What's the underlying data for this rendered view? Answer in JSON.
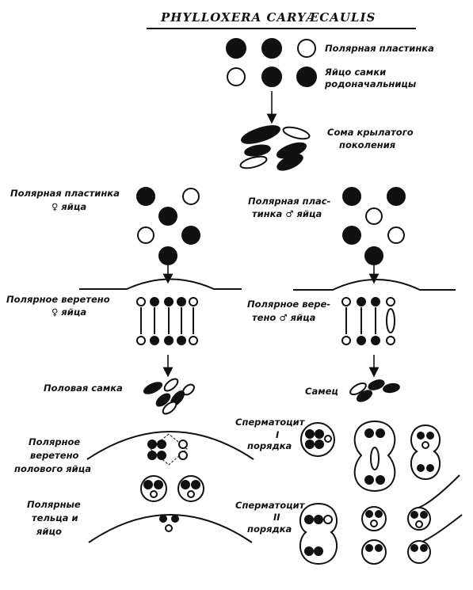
{
  "title": "PHYLLOXERA CARYÆCAULIS",
  "labels": {
    "top_polar_plate": "Полярная пластинка",
    "founder_egg": [
      "Яйцо самки",
      "родоначальницы"
    ],
    "soma": [
      "Сома крылатого",
      "поколения"
    ],
    "left_polar_plate": [
      "Полярная пластинка",
      "♀ яйца"
    ],
    "right_polar_plate": [
      "Полярная плас-",
      "тинка ♂ яйца"
    ],
    "left_spindle": [
      "Полярное веретено",
      "♀ яйца"
    ],
    "right_spindle": [
      "Полярное вере-",
      "тено ♂ яйца"
    ],
    "sexual_female": "Половая самка",
    "male": "Самец",
    "spermatocyte_1": [
      "Сперматоцит",
      "I",
      "порядка"
    ],
    "spermatocyte_2": [
      "Сперматоцит",
      "II",
      "порядка"
    ],
    "sexual_egg_spindle": [
      "Полярное",
      "веретено",
      "полового яйца"
    ],
    "polar_bodies": [
      "Полярные",
      "тельца и",
      "яйцо"
    ]
  },
  "colors": {
    "ink": "#111111",
    "paper": "#ffffff"
  }
}
